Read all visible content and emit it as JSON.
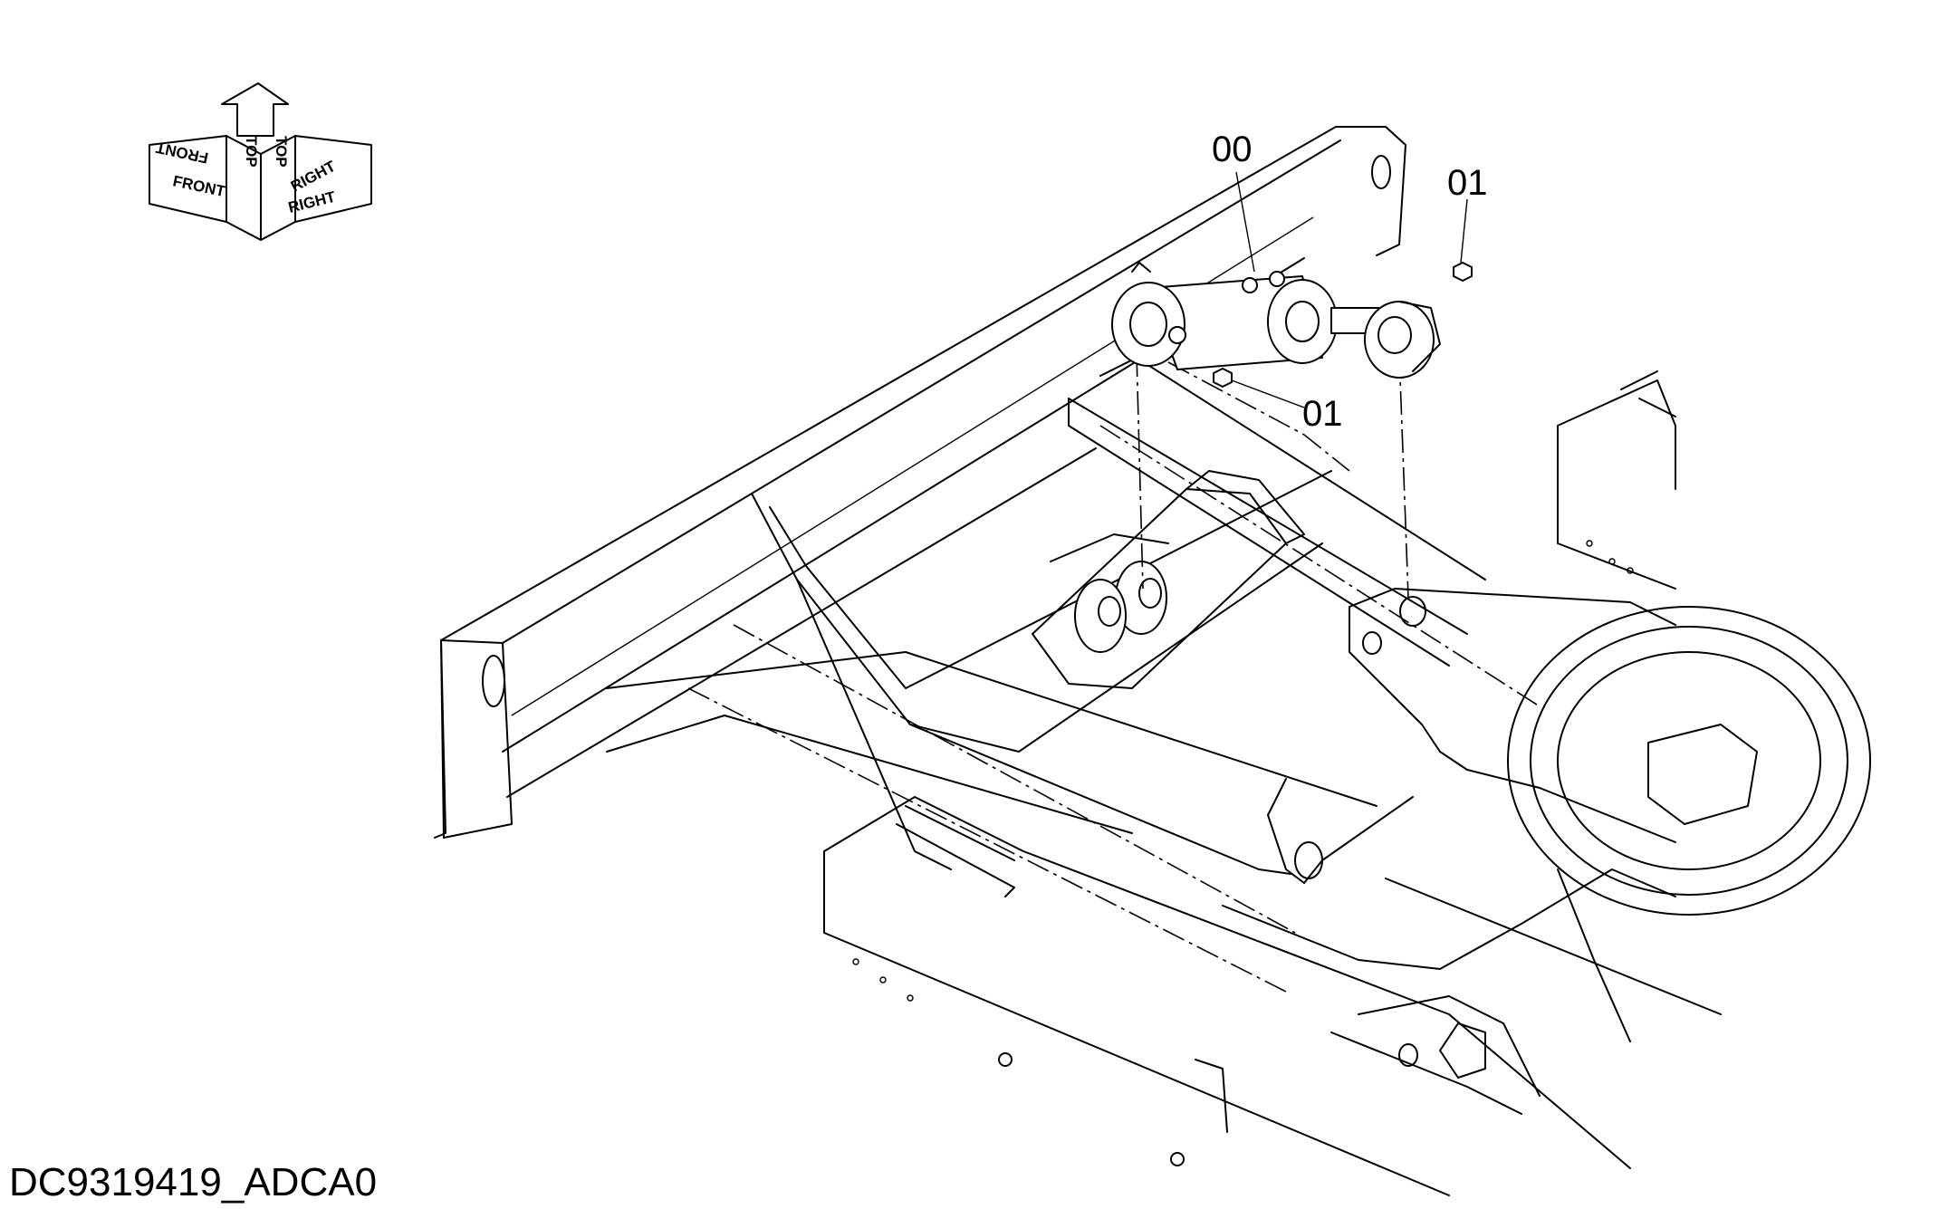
{
  "diagram": {
    "callouts": {
      "cylinder": "00",
      "fitting_top": "01",
      "fitting_bottom": "01"
    },
    "orientation": {
      "front_label": "FRONT",
      "top_label": "TOP",
      "right_label": "RIGHT"
    },
    "doc_id": "DC9319419_ADCA0"
  }
}
